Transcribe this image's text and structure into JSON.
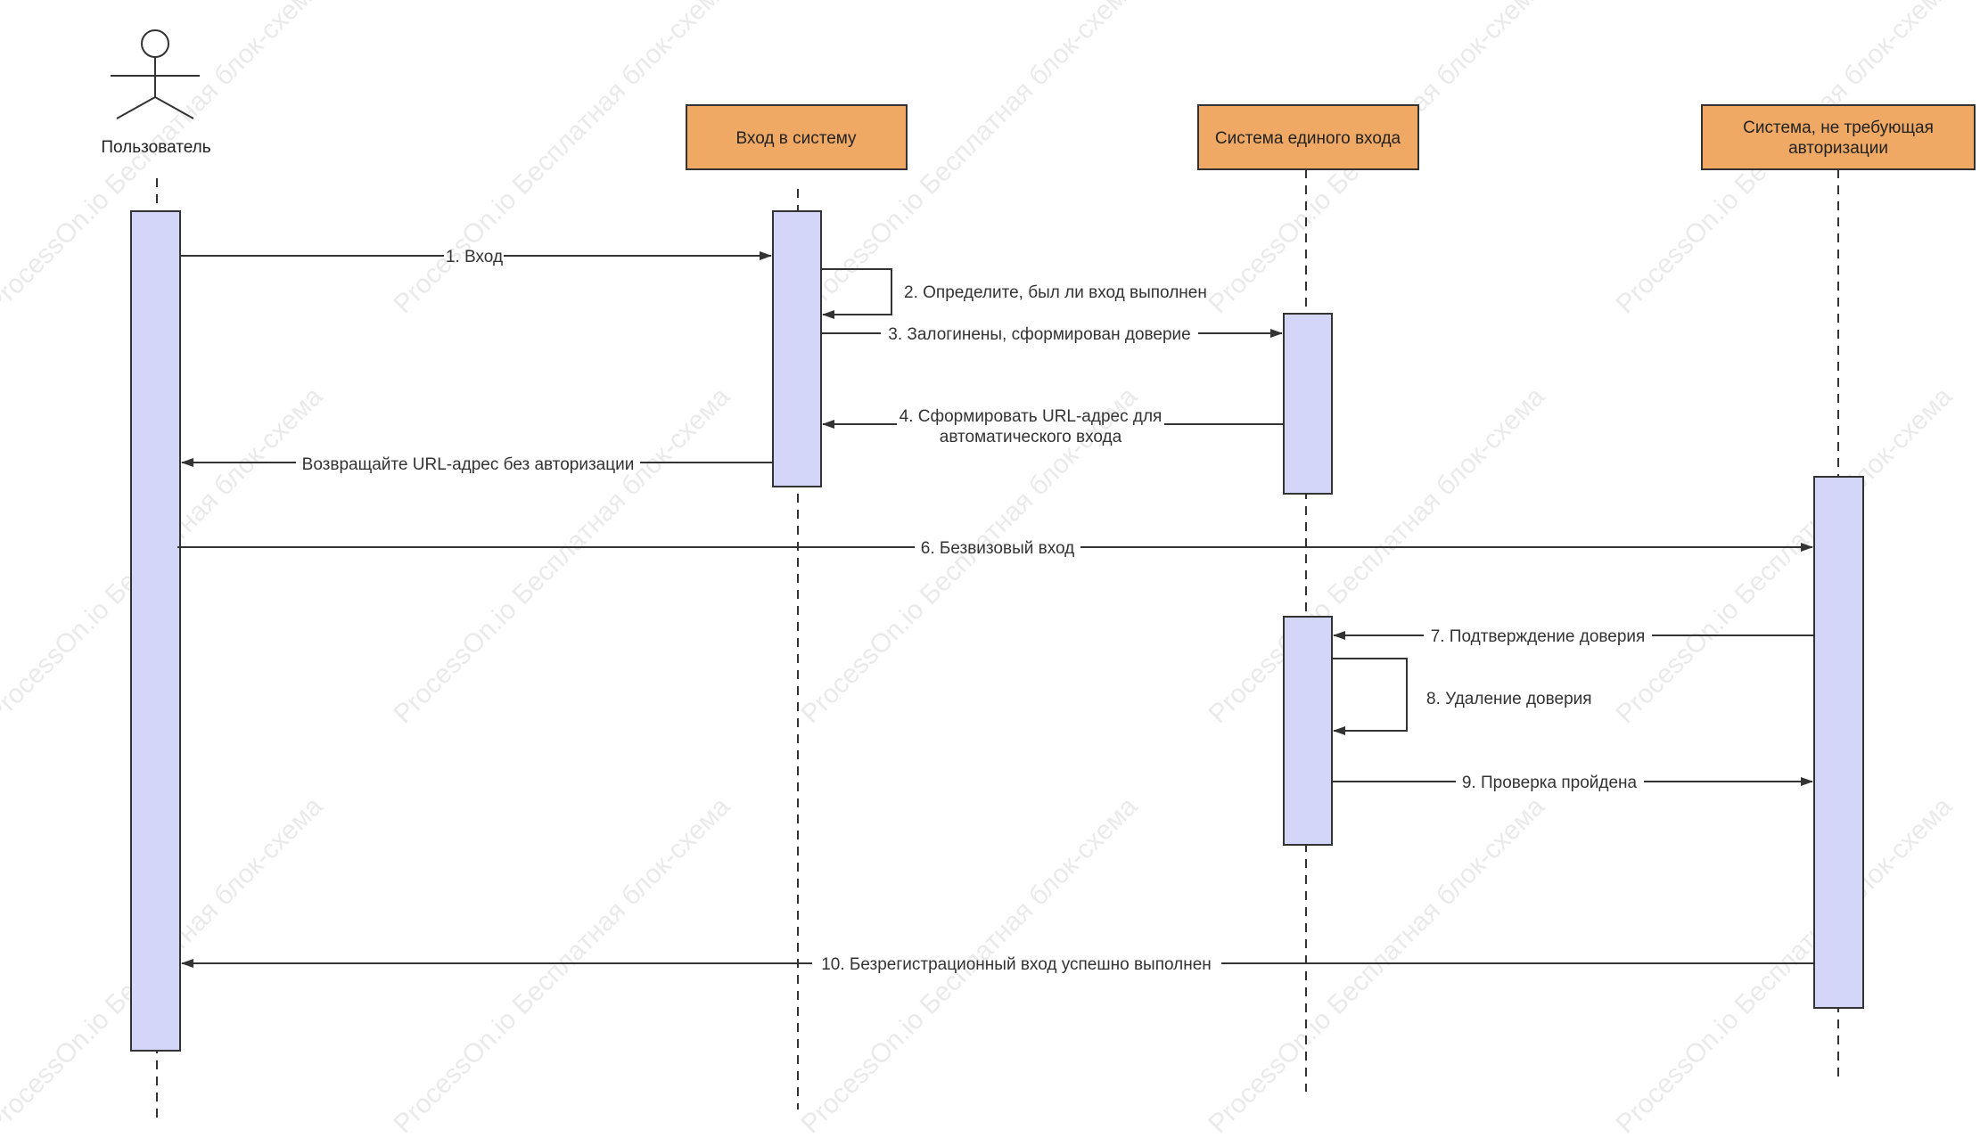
{
  "colors": {
    "participant_fill": "#f0a964",
    "activation_fill": "#d3d6f8",
    "line": "#333333",
    "watermark": "#d9d9d9"
  },
  "watermark_text": "ProcessOn.io Бесплатная блок-схема",
  "actor": {
    "label": "Пользователь"
  },
  "participants": [
    {
      "id": "login",
      "label": "Вход в систему"
    },
    {
      "id": "sso",
      "label": "Система единого входа"
    },
    {
      "id": "noauth",
      "label_lines": [
        "Система, не требующая",
        "авторизации"
      ]
    }
  ],
  "messages": [
    {
      "id": "m1",
      "label": "1. Вход"
    },
    {
      "id": "m2",
      "label": "2. Определите, был ли вход выполнен"
    },
    {
      "id": "m3",
      "label": "3. Залогинены, сформирован доверие"
    },
    {
      "id": "m4",
      "label_lines": [
        "4. Сформировать URL-адрес для",
        "автоматического входа"
      ]
    },
    {
      "id": "m5",
      "label": "Возвращайте URL-адрес без авторизации"
    },
    {
      "id": "m6",
      "label": "6. Безвизовый вход"
    },
    {
      "id": "m7",
      "label": "7. Подтверждение доверия"
    },
    {
      "id": "m8",
      "label": "8. Удаление доверия"
    },
    {
      "id": "m9",
      "label": "9. Проверка пройдена"
    },
    {
      "id": "m10",
      "label": "10. Безрегистрационный вход успешно выполнен"
    }
  ]
}
